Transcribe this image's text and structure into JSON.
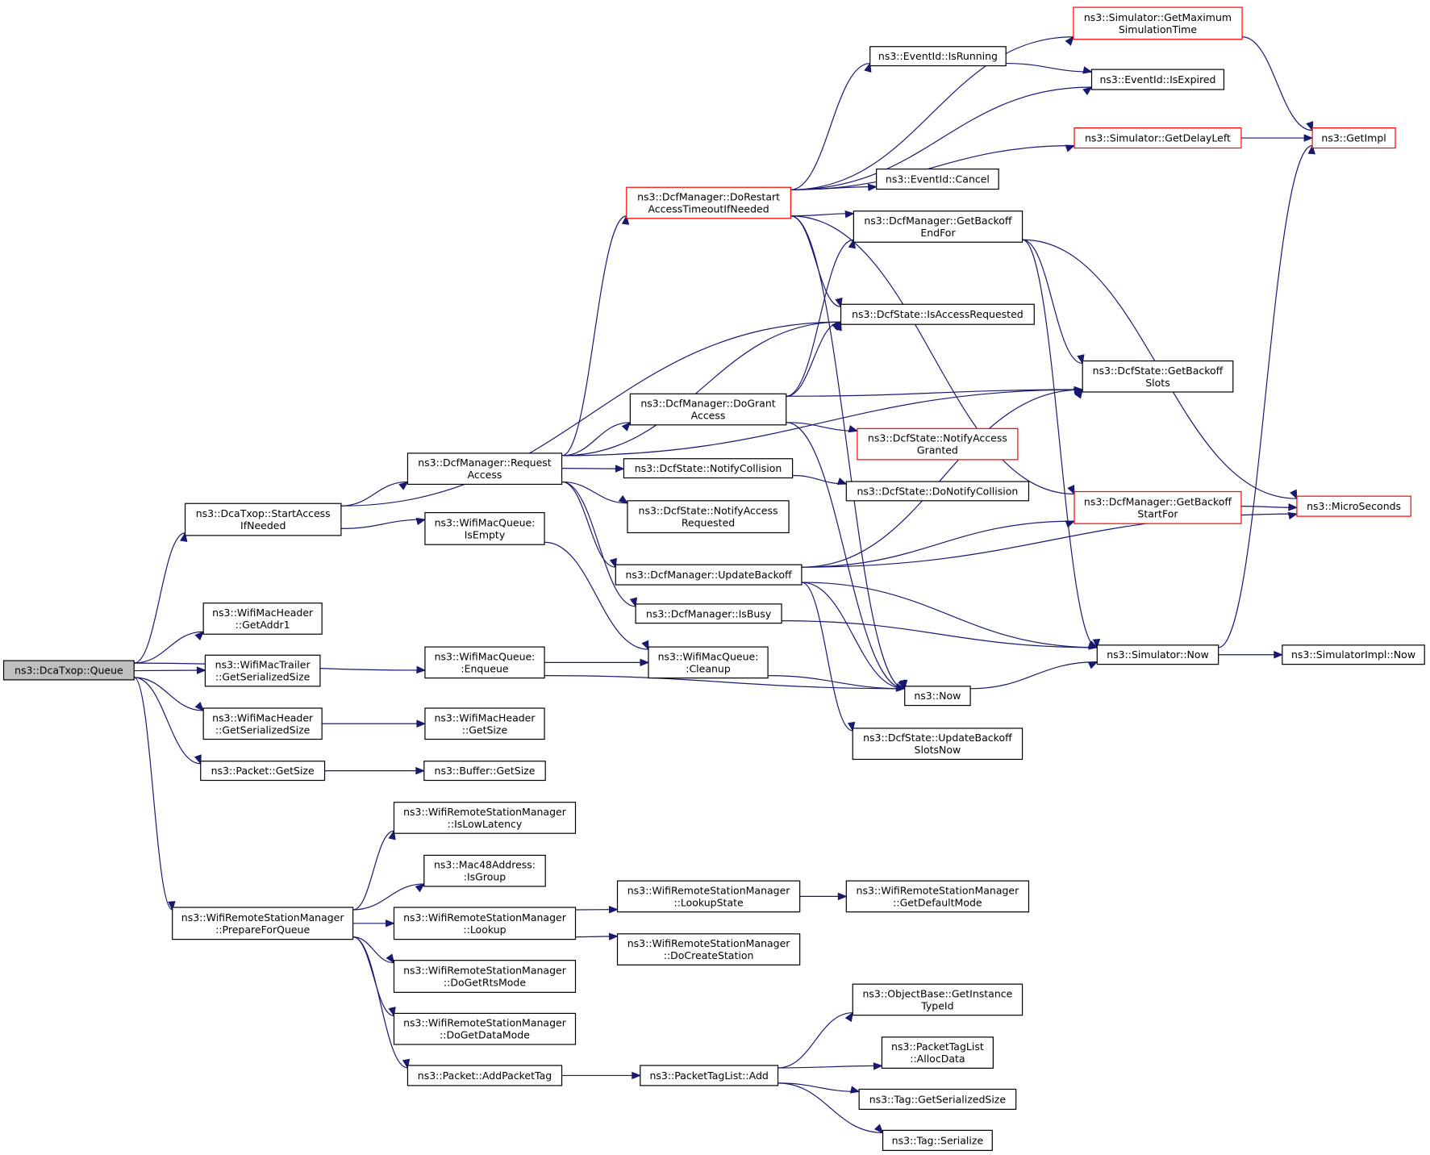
{
  "diagram": {
    "kind": "call-graph",
    "colors": {
      "edge": "#191970",
      "node_border": "#000000",
      "truncated_border": "#ff0000",
      "root_fill": "#bfbfbf"
    },
    "nodes": [
      {
        "id": "queue",
        "lines": [
          "ns3::DcaTxop::Queue"
        ],
        "style": "root"
      },
      {
        "id": "startAccess",
        "lines": [
          "ns3::DcaTxop::StartAccess",
          "IfNeeded"
        ]
      },
      {
        "id": "getAddr1",
        "lines": [
          "ns3::WifiMacHeader",
          "::GetAddr1"
        ]
      },
      {
        "id": "trailerSize",
        "lines": [
          "ns3::WifiMacTrailer",
          "::GetSerializedSize"
        ]
      },
      {
        "id": "hdrSerSize",
        "lines": [
          "ns3::WifiMacHeader",
          "::GetSerializedSize"
        ]
      },
      {
        "id": "pktGetSize",
        "lines": [
          "ns3::Packet::GetSize"
        ]
      },
      {
        "id": "prepare",
        "lines": [
          "ns3::WifiRemoteStationManager",
          "::PrepareForQueue"
        ]
      },
      {
        "id": "reqAccess",
        "lines": [
          "ns3::DcfManager::Request",
          "Access"
        ]
      },
      {
        "id": "isEmpty",
        "lines": [
          "ns3::WifiMacQueue:",
          "IsEmpty"
        ]
      },
      {
        "id": "enqueue",
        "lines": [
          "ns3::WifiMacQueue:",
          ":Enqueue"
        ]
      },
      {
        "id": "hdrGetSize",
        "lines": [
          "ns3::WifiMacHeader",
          "::GetSize"
        ]
      },
      {
        "id": "bufGetSize",
        "lines": [
          "ns3::Buffer::GetSize"
        ]
      },
      {
        "id": "isLowLat",
        "lines": [
          "ns3::WifiRemoteStationManager",
          "::IsLowLatency"
        ]
      },
      {
        "id": "isGroup",
        "lines": [
          "ns3::Mac48Address:",
          ":IsGroup"
        ]
      },
      {
        "id": "lookup",
        "lines": [
          "ns3::WifiRemoteStationManager",
          "::Lookup"
        ]
      },
      {
        "id": "doGetRts",
        "lines": [
          "ns3::WifiRemoteStationManager",
          "::DoGetRtsMode"
        ]
      },
      {
        "id": "doGetData",
        "lines": [
          "ns3::WifiRemoteStationManager",
          "::DoGetDataMode"
        ]
      },
      {
        "id": "addPktTag",
        "lines": [
          "ns3::Packet::AddPacketTag"
        ]
      },
      {
        "id": "doRestart",
        "lines": [
          "ns3::DcfManager::DoRestart",
          "AccessTimeoutIfNeeded"
        ],
        "style": "truncated"
      },
      {
        "id": "doGrant",
        "lines": [
          "ns3::DcfManager::DoGrant",
          "Access"
        ]
      },
      {
        "id": "notifyColl",
        "lines": [
          "ns3::DcfState::NotifyCollision"
        ]
      },
      {
        "id": "notifyReq",
        "lines": [
          "ns3::DcfState::NotifyAccess",
          "Requested"
        ]
      },
      {
        "id": "updBackoff",
        "lines": [
          "ns3::DcfManager::UpdateBackoff"
        ]
      },
      {
        "id": "isBusy",
        "lines": [
          "ns3::DcfManager::IsBusy"
        ]
      },
      {
        "id": "cleanup",
        "lines": [
          "ns3::WifiMacQueue:",
          ":Cleanup"
        ]
      },
      {
        "id": "lookupState",
        "lines": [
          "ns3::WifiRemoteStationManager",
          "::LookupState"
        ]
      },
      {
        "id": "doCreate",
        "lines": [
          "ns3::WifiRemoteStationManager",
          "::DoCreateStation"
        ]
      },
      {
        "id": "tagListAdd",
        "lines": [
          "ns3::PacketTagList::Add"
        ]
      },
      {
        "id": "evRunning",
        "lines": [
          "ns3::EventId::IsRunning"
        ]
      },
      {
        "id": "evCancel",
        "lines": [
          "ns3::EventId::Cancel"
        ]
      },
      {
        "id": "getBackoffEnd",
        "lines": [
          "ns3::DcfManager::GetBackoff",
          "EndFor"
        ]
      },
      {
        "id": "isAccReq",
        "lines": [
          "ns3::DcfState::IsAccessRequested"
        ]
      },
      {
        "id": "notifyGranted",
        "lines": [
          "ns3::DcfState::NotifyAccess",
          "Granted"
        ],
        "style": "truncated"
      },
      {
        "id": "doNotifyColl",
        "lines": [
          "ns3::DcfState::DoNotifyCollision"
        ]
      },
      {
        "id": "nowFn",
        "lines": [
          "ns3::Now"
        ]
      },
      {
        "id": "updSlotsNow",
        "lines": [
          "ns3::DcfState::UpdateBackoff",
          "SlotsNow"
        ]
      },
      {
        "id": "getDefMode",
        "lines": [
          "ns3::WifiRemoteStationManager",
          "::GetDefaultMode"
        ]
      },
      {
        "id": "getTypeId",
        "lines": [
          "ns3::ObjectBase::GetInstance",
          "TypeId"
        ]
      },
      {
        "id": "allocData",
        "lines": [
          "ns3::PacketTagList",
          "::AllocData"
        ]
      },
      {
        "id": "tagSerSize",
        "lines": [
          "ns3::Tag::GetSerializedSize"
        ]
      },
      {
        "id": "tagSerialize",
        "lines": [
          "ns3::Tag::Serialize"
        ]
      },
      {
        "id": "simMaxTime",
        "lines": [
          "ns3::Simulator::GetMaximum",
          "SimulationTime"
        ],
        "style": "truncated"
      },
      {
        "id": "evExpired",
        "lines": [
          "ns3::EventId::IsExpired"
        ]
      },
      {
        "id": "simDelayLeft",
        "lines": [
          "ns3::Simulator::GetDelayLeft"
        ],
        "style": "truncated"
      },
      {
        "id": "getSlots",
        "lines": [
          "ns3::DcfState::GetBackoff",
          "Slots"
        ]
      },
      {
        "id": "getBackoffStart",
        "lines": [
          "ns3::DcfManager::GetBackoff",
          "StartFor"
        ],
        "style": "truncated"
      },
      {
        "id": "simNow",
        "lines": [
          "ns3::Simulator::Now"
        ]
      },
      {
        "id": "getImpl",
        "lines": [
          "ns3::GetImpl"
        ],
        "style": "truncated"
      },
      {
        "id": "microSec",
        "lines": [
          "ns3::MicroSeconds"
        ],
        "style": "truncated"
      },
      {
        "id": "implNow",
        "lines": [
          "ns3::SimulatorImpl::Now"
        ]
      }
    ],
    "edges": [
      [
        "queue",
        "startAccess"
      ],
      [
        "queue",
        "enqueue"
      ],
      [
        "queue",
        "getAddr1"
      ],
      [
        "queue",
        "trailerSize"
      ],
      [
        "queue",
        "hdrSerSize"
      ],
      [
        "queue",
        "pktGetSize"
      ],
      [
        "queue",
        "prepare"
      ],
      [
        "startAccess",
        "isAccReq"
      ],
      [
        "startAccess",
        "reqAccess"
      ],
      [
        "startAccess",
        "isEmpty"
      ],
      [
        "reqAccess",
        "doRestart"
      ],
      [
        "reqAccess",
        "isAccReq"
      ],
      [
        "reqAccess",
        "getSlots"
      ],
      [
        "reqAccess",
        "doGrant"
      ],
      [
        "reqAccess",
        "notifyColl"
      ],
      [
        "reqAccess",
        "notifyReq"
      ],
      [
        "reqAccess",
        "updBackoff"
      ],
      [
        "reqAccess",
        "isBusy"
      ],
      [
        "isEmpty",
        "cleanup"
      ],
      [
        "enqueue",
        "cleanup"
      ],
      [
        "enqueue",
        "nowFn"
      ],
      [
        "hdrSerSize",
        "hdrGetSize"
      ],
      [
        "pktGetSize",
        "bufGetSize"
      ],
      [
        "prepare",
        "isLowLat"
      ],
      [
        "prepare",
        "isGroup"
      ],
      [
        "prepare",
        "lookup"
      ],
      [
        "prepare",
        "doGetRts"
      ],
      [
        "prepare",
        "doGetData"
      ],
      [
        "prepare",
        "addPktTag"
      ],
      [
        "lookup",
        "lookupState"
      ],
      [
        "lookup",
        "doCreate"
      ],
      [
        "lookupState",
        "getDefMode"
      ],
      [
        "addPktTag",
        "tagListAdd"
      ],
      [
        "tagListAdd",
        "getTypeId"
      ],
      [
        "tagListAdd",
        "allocData"
      ],
      [
        "tagListAdd",
        "tagSerSize"
      ],
      [
        "tagListAdd",
        "tagSerialize"
      ],
      [
        "doRestart",
        "simMaxTime"
      ],
      [
        "doRestart",
        "evRunning"
      ],
      [
        "doRestart",
        "evExpired"
      ],
      [
        "doRestart",
        "simDelayLeft"
      ],
      [
        "doRestart",
        "evCancel"
      ],
      [
        "doRestart",
        "getBackoffEnd"
      ],
      [
        "doRestart",
        "isAccReq"
      ],
      [
        "doRestart",
        "getBackoffStart"
      ],
      [
        "doRestart",
        "nowFn"
      ],
      [
        "doGrant",
        "getBackoffEnd"
      ],
      [
        "doGrant",
        "isAccReq"
      ],
      [
        "doGrant",
        "getSlots"
      ],
      [
        "doGrant",
        "notifyGranted"
      ],
      [
        "doGrant",
        "nowFn"
      ],
      [
        "notifyColl",
        "doNotifyColl"
      ],
      [
        "updBackoff",
        "getSlots"
      ],
      [
        "updBackoff",
        "getBackoffStart"
      ],
      [
        "updBackoff",
        "microSec"
      ],
      [
        "updBackoff",
        "simNow"
      ],
      [
        "updBackoff",
        "nowFn"
      ],
      [
        "updBackoff",
        "updSlotsNow"
      ],
      [
        "isBusy",
        "simNow"
      ],
      [
        "cleanup",
        "nowFn"
      ],
      [
        "nowFn",
        "simNow"
      ],
      [
        "evRunning",
        "evExpired"
      ],
      [
        "simMaxTime",
        "getImpl"
      ],
      [
        "simDelayLeft",
        "getImpl"
      ],
      [
        "getBackoffEnd",
        "getSlots"
      ],
      [
        "getBackoffEnd",
        "microSec"
      ],
      [
        "getBackoffEnd",
        "simNow"
      ],
      [
        "getBackoffStart",
        "microSec"
      ],
      [
        "simNow",
        "getImpl"
      ],
      [
        "simNow",
        "implNow"
      ]
    ]
  }
}
